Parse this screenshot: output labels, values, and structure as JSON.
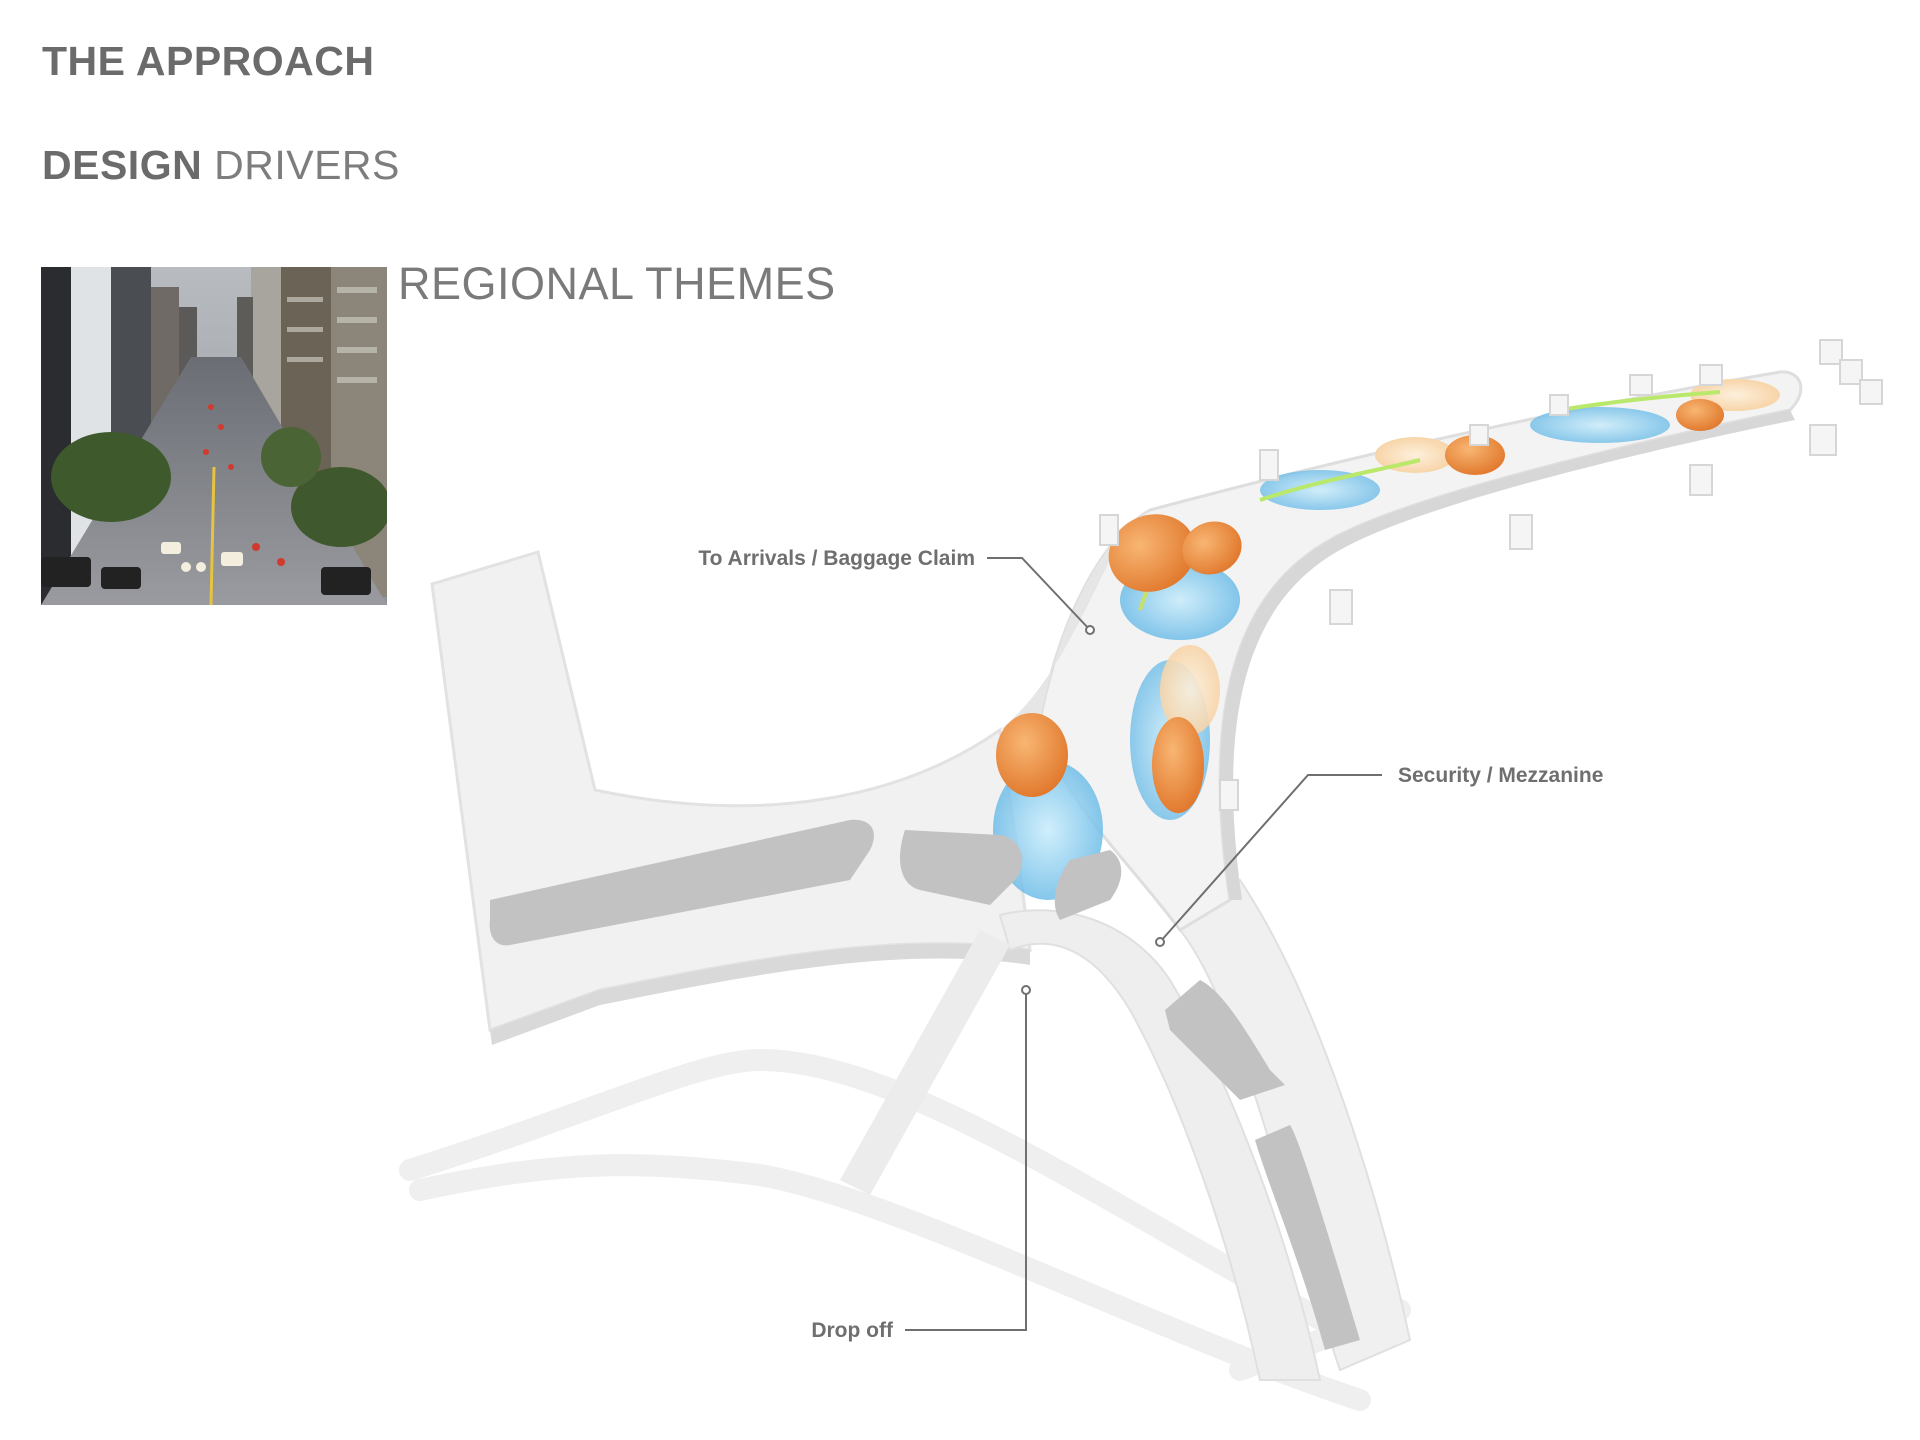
{
  "header": {
    "title": "THE APPROACH",
    "subtitle_strong": "DESIGN",
    "subtitle_light": "DRIVERS"
  },
  "theme": {
    "label": "REGIONAL THEMES",
    "photo_icon": "city-street-photo"
  },
  "callouts": [
    {
      "id": "arrivals",
      "text": "To Arrivals / Baggage Claim"
    },
    {
      "id": "security",
      "text": "Security / Mezzanine"
    },
    {
      "id": "dropoff",
      "text": "Drop off"
    }
  ],
  "colors": {
    "heading": "#6b6b6b",
    "orange_pod": "#ef8a3c",
    "blue_glow": "#9fd4f2",
    "structure": "#ededed",
    "dark_block": "#bdbdbd"
  }
}
